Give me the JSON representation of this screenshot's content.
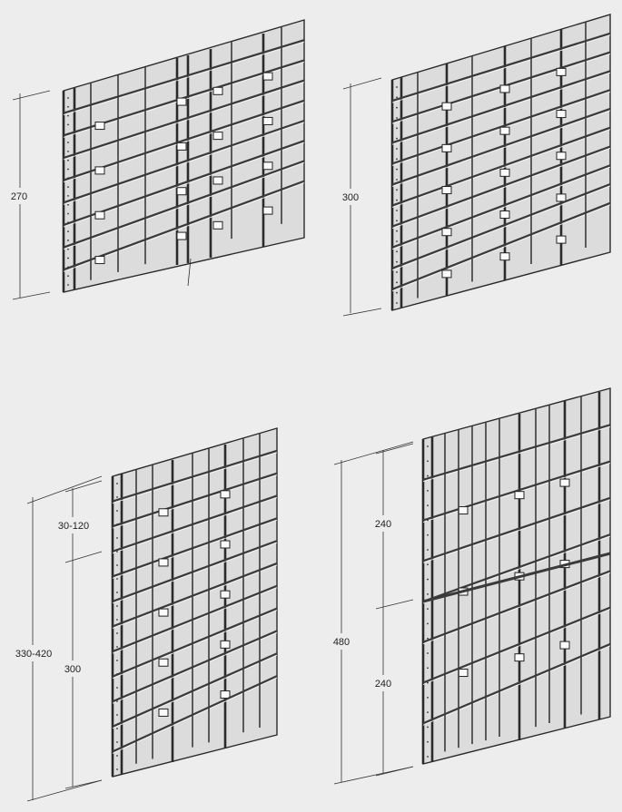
{
  "panels": [
    {
      "id": "panel-1",
      "dimensions": [
        {
          "label": "270"
        }
      ]
    },
    {
      "id": "panel-2",
      "dimensions": [
        {
          "label": "300"
        }
      ]
    },
    {
      "id": "panel-3",
      "dimensions": [
        {
          "label": "330-420"
        },
        {
          "label": "30-120"
        },
        {
          "label": "300"
        }
      ]
    },
    {
      "id": "panel-4",
      "dimensions": [
        {
          "label": "480"
        },
        {
          "label": "240"
        },
        {
          "label": "240"
        }
      ]
    }
  ],
  "colors": {
    "background": "#ededed",
    "line": "#2a2a2a",
    "panel_fill": "#dcdcdc"
  }
}
